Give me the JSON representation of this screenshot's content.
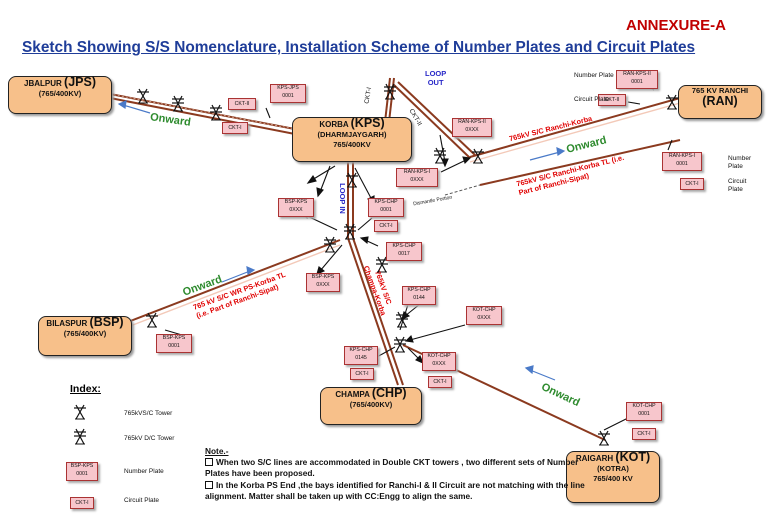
{
  "annexure": "ANNEXURE-A",
  "title": "Sketch Showing S/S Nomenclature, Installation  Scheme of Number Plates and Circuit Plates",
  "substations": {
    "jps": {
      "name": "JBALPUR",
      "code": "(JPS)",
      "rating": "(765/400KV)"
    },
    "kps": {
      "name": "KORBA",
      "code": "(KPS)",
      "sub": "(DHARMJAYGARH)",
      "rating": "765/400KV"
    },
    "ran": {
      "name": "765 KV RANCHI",
      "code": "(RAN)"
    },
    "bsp": {
      "name": "BILASPUR",
      "code": "(BSP)",
      "rating": "(765/400KV)"
    },
    "chp": {
      "name": "CHAMPA",
      "code": "(CHP)",
      "rating": "(765/400KV)"
    },
    "kot": {
      "name": "RAIGARH",
      "code": "(KOT)",
      "sub": "(KOTRA)",
      "rating": "765/400 KV"
    }
  },
  "plates": {
    "kps_jps": {
      "l1": "KPS-JPS",
      "l2": "0001"
    },
    "ckt_ii_jps": "CKT-II",
    "ckt_i_jps": "CKT-I",
    "ran_kps_ii_top": {
      "l1": "RAN-KPS-II",
      "l2": "0001"
    },
    "ckt_ii_top": "CKT-II",
    "ran_kps_ii_mid": {
      "l1": "RAN-KPS-II",
      "l2": "0XXX"
    },
    "ran_kps_i_mid": {
      "l1": "RAN-KPS-I",
      "l2": "0XXX"
    },
    "ran_kps_i_right": {
      "l1": "RAN-KPS-I",
      "l2": "0001"
    },
    "ckt_i_right": "CKT-I",
    "bsp_kps_top": {
      "l1": "BSP-KPS",
      "l2": "0XXX"
    },
    "kps_chp_top": {
      "l1": "KPS-CHP",
      "l2": "0001"
    },
    "ckt_i_kps": "CKT-I",
    "kps_chp_0017": {
      "l1": "KPS-CHP",
      "l2": "0017"
    },
    "bsp_kps_mid": {
      "l1": "BSP-KPS",
      "l2": "0XXX"
    },
    "kps_chp_0144": {
      "l1": "KPS-CHP",
      "l2": "0144"
    },
    "bsp_kps_0001": {
      "l1": "BSP-KPS",
      "l2": "0001"
    },
    "kot_chp_0xxx_top": {
      "l1": "KOT-CHP",
      "l2": "0XXX"
    },
    "kps_chp_0145": {
      "l1": "KPS-CHP",
      "l2": "0145"
    },
    "ckt_i_chp_left": "CKT-I",
    "kot_chp_0xxx_mid": {
      "l1": "KOT-CHP",
      "l2": "0XXX"
    },
    "ckt_i_chp_right": "CKT-I",
    "kot_chp_0001": {
      "l1": "KOT-CHP",
      "l2": "0001"
    },
    "ckt_i_kot": "CKT-I"
  },
  "labels": {
    "onward": "Onward",
    "loop_out": [
      "LOOP",
      "OUT"
    ],
    "loop_in": "LOOP IN",
    "ckt_ii_rot": "CKT-II",
    "ckt_i_rot": "CKT-I",
    "number_plate": "Number Plate",
    "circuit_plate": "Circuit Plate",
    "number_plate_2": [
      "Number",
      "Plate"
    ],
    "circuit_plate_2": [
      "Circuit",
      "Plate"
    ],
    "ran_korba_top": "765kV S/C Ranchi-Korba",
    "ran_korba_tl": [
      "765kV S/C Ranchi-Korba TL (i.e.",
      "Part of Ranchi-Sipat)"
    ],
    "wr_ps_korba": [
      "765 kV S/C WR PS-Korba TL",
      "(i.e. Part of Ranchi-Sipat)"
    ],
    "champa_korba": [
      "765kV S/C",
      "Champa-Korba"
    ],
    "dismantle": "Dismantle Portion"
  },
  "index": {
    "title": "Index:",
    "sc_tower": "765kVS/C Tower",
    "dc_tower": "765kV D/C Tower",
    "number_plate": "Number Plate",
    "circuit_plate": "Circuit Plate",
    "sample_plate": {
      "l1": "BSP-KPS",
      "l2": "0001"
    },
    "sample_ckt": "CKT-I"
  },
  "note": {
    "title": "Note.-",
    "line1": "When two S/C lines are accommodated in Double CKT towers , two different sets of Number Plates have been proposed.",
    "line2": "In the Korba PS End ,the bays identified for Ranchi-I & II Circuit are not matching with the line alignment. Matter shall be taken up with CC:Engg to align the same."
  },
  "colors": {
    "line": "#8b3a1f",
    "substation": "#f7c08a",
    "plate": "#f7c6cc",
    "onward": "#2e8b2e",
    "red_text": "#e00000",
    "title": "#1f3d99"
  }
}
